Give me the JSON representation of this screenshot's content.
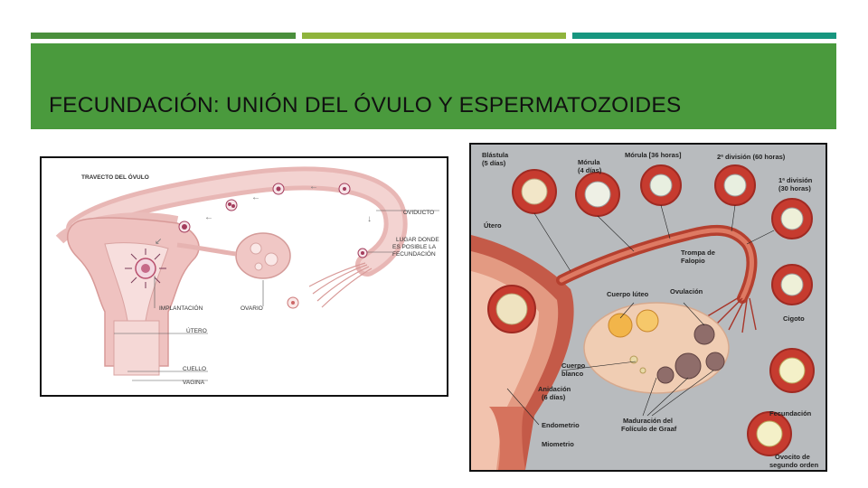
{
  "slide": {
    "title": "FECUNDACIÓN: UNIÓN DEL ÓVULO Y ESPERMATOZOIDES",
    "colors": {
      "bar1": "#4a8f3c",
      "bar2": "#8fb43c",
      "bar3": "#17967f",
      "banner": "#4a9a3d"
    }
  },
  "diagram_left": {
    "heading": "TRAVECTO DEL ÓVULO",
    "labels": {
      "oviducto": "OVIDUCTO",
      "lugar_1": "LUGAR DONDE",
      "lugar_2": "ES POSIBLE LA",
      "lugar_3": "FECUNDACIÓN",
      "implantacion": "IMPLANTACIÓN",
      "ovario": "OVARIO",
      "utero": "ÚTERO",
      "cuello": "CUELLO",
      "vagina": "VAGINA"
    }
  },
  "diagram_right": {
    "labels": {
      "blastula_1": "Blástula",
      "blastula_2": "(5 días)",
      "morula_1": "Mórula",
      "morula_2": "(4 días)",
      "morula36": "Mórula [36 horas]",
      "div2": "2ª división (60 horas)",
      "div1_1": "1ª división",
      "div1_2": "(30 horas)",
      "utero": "Útero",
      "trompa_1": "Trompa de",
      "trompa_2": "Falopio",
      "cuerpo_luteo": "Cuerpo lúteo",
      "ovulacion": "Ovulación",
      "cigoto": "Cigoto",
      "cuerpo_blanco_1": "Cuerpo",
      "cuerpo_blanco_2": "blanco",
      "anidacion_1": "Anidación",
      "anidacion_2": "(6 días)",
      "endometrio": "Endometrio",
      "maduracion_1": "Maduración del",
      "maduracion_2": "Folículo de Graaf",
      "miometrio": "Miometrio",
      "fecundacion": "Fecundación",
      "ovocito_1": "Ovocito de",
      "ovocito_2": "segundo orden"
    }
  }
}
